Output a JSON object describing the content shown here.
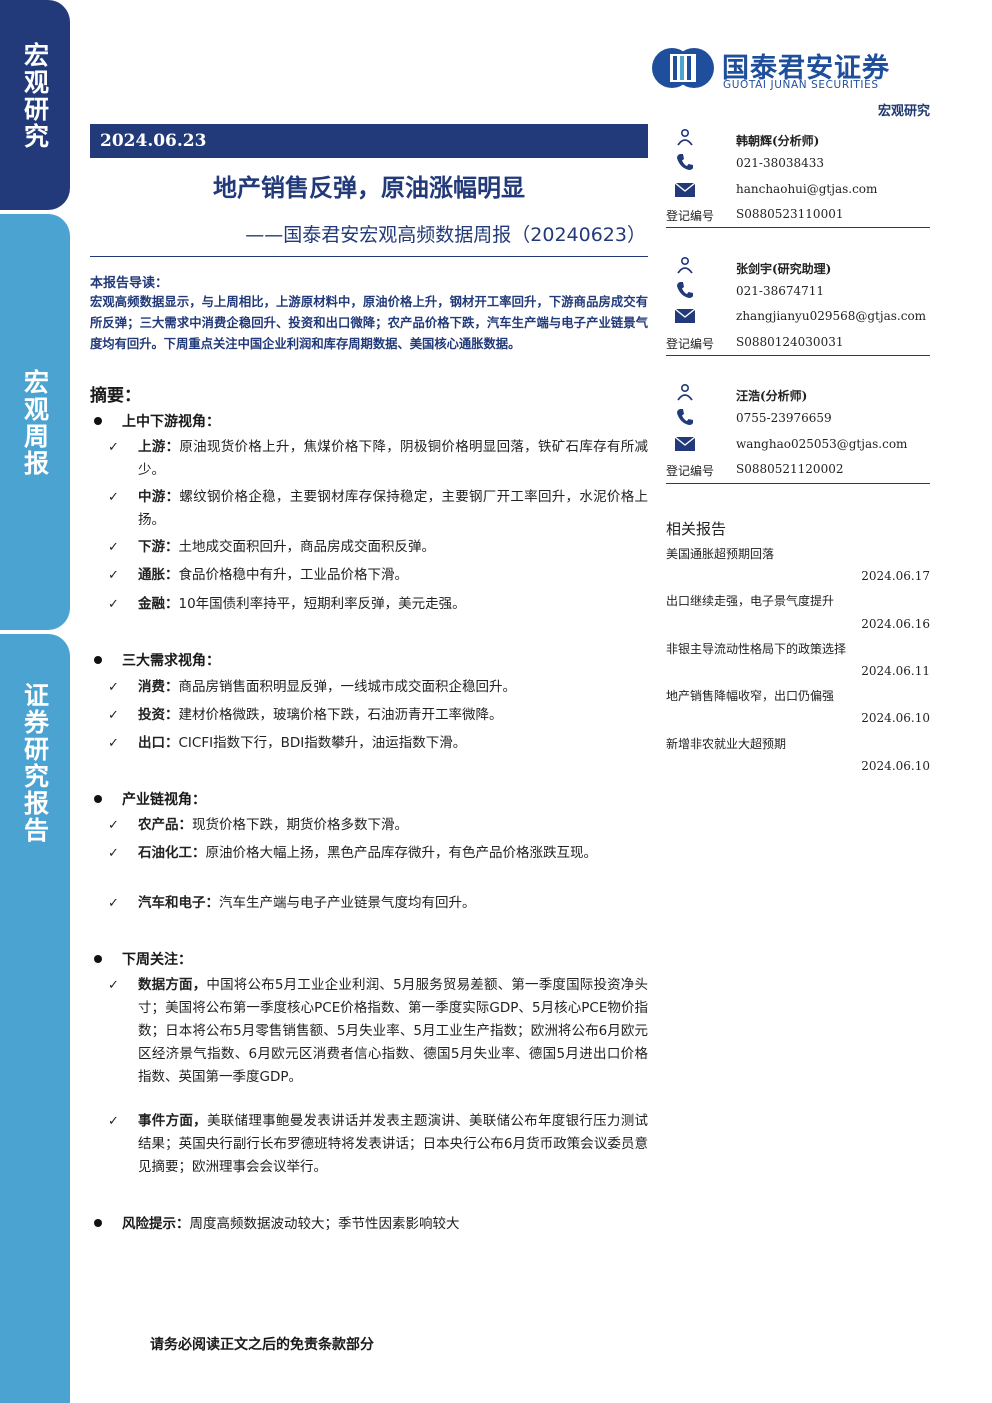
{
  "side_tabs": [
    "宏观研究",
    "宏观周报",
    "证券研究报告"
  ],
  "brand": {
    "name_cn": "国泰君安证券",
    "name_en": "GUOTAI JUNAN SECURITIES",
    "primary_color": "#223a7a",
    "accent_color": "#4ba3d2"
  },
  "report_type": "宏观研究",
  "date": "2024.06.23",
  "title": "地产销售反弹，原油涨幅明显",
  "subtitle": "——国泰君安宏观高频数据周报（20240623）",
  "guide": {
    "heading": "本报告导读：",
    "text": "宏观高频数据显示，与上周相比，上游原材料中，原油价格上升，钢材开工率回升，下游商品房成交有所反弹；三大需求中消费企稳回升、投资和出口微降；农产品价格下跌，汽车生产端与电子产业链景气度均有回升。下周重点关注中国企业利润和库存周期数据、美国核心通胀数据。"
  },
  "summary_heading": "摘要：",
  "sections": [
    {
      "title": "上中下游视角：",
      "items": [
        {
          "label": "上游：",
          "text": "原油现货价格上升，焦煤价格下降，阴极铜价格明显回落，铁矿石库存有所减少。"
        },
        {
          "label": "中游：",
          "text": "螺纹钢价格企稳，主要钢材库存保持稳定，主要钢厂开工率回升，水泥价格上扬。"
        },
        {
          "label": "下游：",
          "text": "土地成交面积回升，商品房成交面积反弹。"
        },
        {
          "label": "通胀：",
          "text": "食品价格稳中有升，工业品价格下滑。"
        },
        {
          "label": "金融：",
          "text": "10年国债利率持平，短期利率反弹，美元走强。"
        }
      ]
    },
    {
      "title": "三大需求视角：",
      "items": [
        {
          "label": "消费：",
          "text": "商品房销售面积明显反弹，一线城市成交面积企稳回升。"
        },
        {
          "label": "投资：",
          "text": "建材价格微跌，玻璃价格下跌，石油沥青开工率微降。"
        },
        {
          "label": "出口：",
          "text": "CICFI指数下行，BDI指数攀升，油运指数下滑。"
        }
      ]
    },
    {
      "title": "产业链视角：",
      "items": [
        {
          "label": "农产品：",
          "text": "现货价格下跌，期货价格多数下滑。"
        },
        {
          "label": "石油化工：",
          "text": "原油价格大幅上扬，黑色产品库存微升，有色产品价格涨跌互现。"
        },
        {
          "label": "汽车和电子：",
          "text": "汽车生产端与电子产业链景气度均有回升。"
        }
      ]
    },
    {
      "title": "下周关注：",
      "items": [
        {
          "label": "数据方面，",
          "text": "中国将公布5月工业企业利润、5月服务贸易差额、第一季度国际投资净头寸；美国将公布第一季度核心PCE价格指数、第一季度实际GDP、5月核心PCE物价指数；日本将公布5月零售销售额、5月失业率、5月工业生产指数；欧洲将公布6月欧元区经济景气指数、6月欧元区消费者信心指数、德国5月失业率、德国5月进出口价格指数、英国第一季度GDP。"
        },
        {
          "label": "事件方面，",
          "text": "美联储理事鲍曼发表讲话并发表主题演讲、美联储公布年度银行压力测试结果；英国央行副行长布罗德班特将发表讲话；日本央行公布6月货币政策会议委员意见摘要；欧洲理事会会议举行。"
        }
      ]
    }
  ],
  "risk": {
    "label": "风险提示：",
    "text": "周度高频数据波动较大；季节性因素影响较大"
  },
  "footer": "请务必阅读正文之后的免责条款部分",
  "analysts": [
    {
      "name": "韩朝辉(分析师)",
      "phone": "021-38038433",
      "email": "hanchaohui@gtjas.com",
      "reg_label": "登记编号",
      "reg": "S0880523110001"
    },
    {
      "name": "张剑宇(研究助理)",
      "phone": "021-38674711",
      "email": "zhangjianyu029568@gtjas.com",
      "reg_label": "登记编号",
      "reg": "S0880124030031"
    },
    {
      "name": "汪浩(分析师)",
      "phone": "0755-23976659",
      "email": "wanghao025053@gtjas.com",
      "reg_label": "登记编号",
      "reg": "S0880521120002"
    }
  ],
  "related": {
    "heading": "相关报告",
    "items": [
      {
        "title": "美国通胀超预期回落",
        "date": "2024.06.17"
      },
      {
        "title": "出口继续走强，电子景气度提升",
        "date": "2024.06.16"
      },
      {
        "title": "非银主导流动性格局下的政策选择",
        "date": "2024.06.11"
      },
      {
        "title": "地产销售降幅收窄，出口仍偏强",
        "date": "2024.06.10"
      },
      {
        "title": "新增非农就业大超预期",
        "date": "2024.06.10"
      }
    ]
  }
}
